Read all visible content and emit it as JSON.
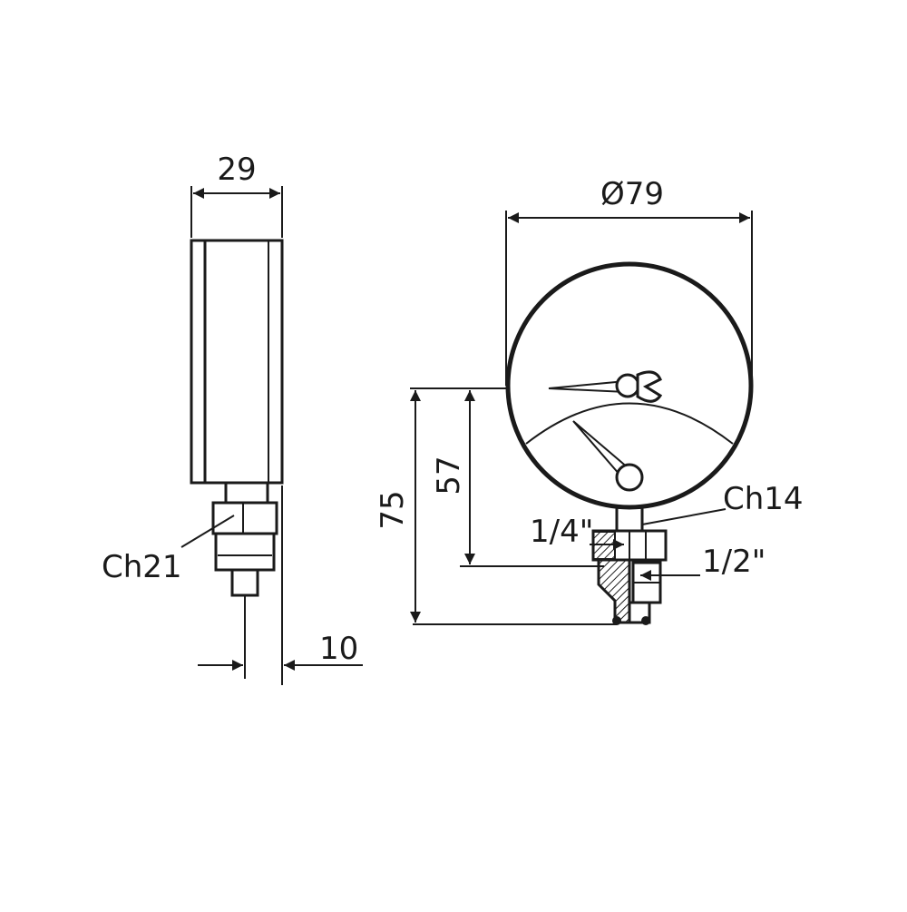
{
  "side_view": {
    "width_label": "29",
    "wrench_label": "Ch21",
    "offset_label": "10"
  },
  "front_view": {
    "diameter_label": "Ø79",
    "height_label": "75",
    "inner_height_label": "57",
    "wrench_label": "Ch14",
    "thread_small_label": "1/4\"",
    "thread_large_label": "1/2\""
  },
  "colors": {
    "ink": "#1a1a1a",
    "paper": "#ffffff"
  }
}
